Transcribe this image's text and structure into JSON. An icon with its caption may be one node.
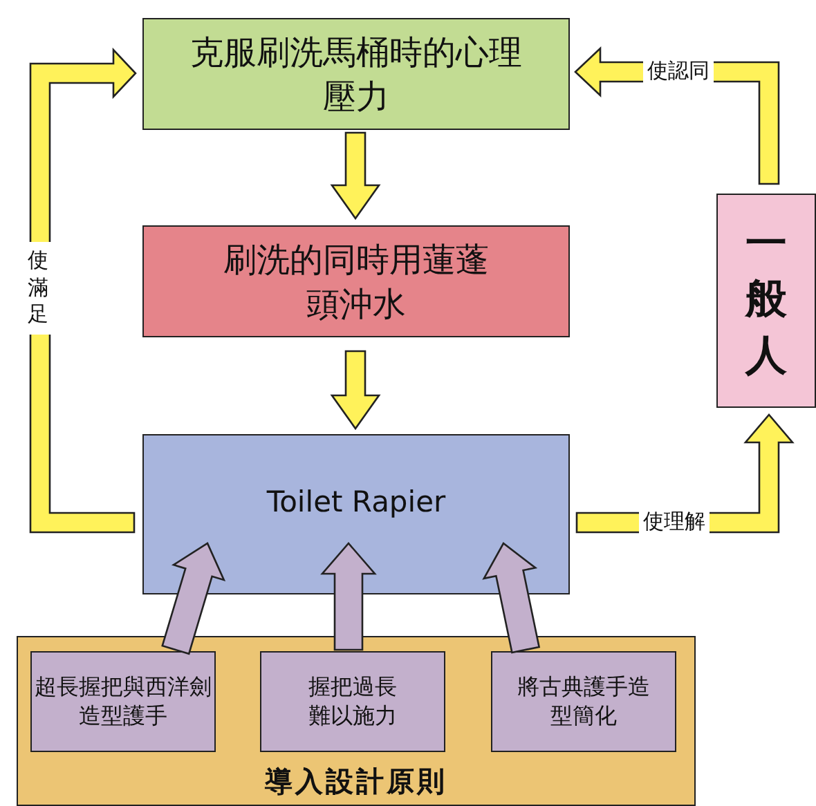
{
  "diagram": {
    "nodes": [
      {
        "text": [
          "克服刷洗馬桶時的心理壓力"
        ]
      },
      {
        "text": [
          "刷洗的同時用蓮蓬頭沖水"
        ]
      },
      {
        "text": [
          "Toilet Rapier"
        ]
      },
      {
        "text": [
          "一般人"
        ]
      },
      {
        "text": [
          "導入設計原則"
        ]
      },
      {
        "text": [
          "超長握把與西洋劍造型護手"
        ],
        "in": 4
      },
      {
        "text": [
          "握把過長難以施力"
        ],
        "in": 4
      },
      {
        "text": [
          "將古典護手造型簡化"
        ],
        "in": 4
      }
    ],
    "edges": [
      {
        "from": 0,
        "to": 1,
        "arrow": "to"
      },
      {
        "from": 1,
        "to": 2,
        "arrow": "to"
      },
      {
        "from": 2,
        "to": 0,
        "arrow": "to",
        "label": "使滿足"
      },
      {
        "from": 2,
        "to": 3,
        "arrow": "to",
        "label": "使理解"
      },
      {
        "from": 3,
        "to": 0,
        "arrow": "to",
        "label": "使認同"
      },
      {
        "from": 5,
        "to": 2,
        "arrow": "to",
        "color": "#c3b0cc"
      },
      {
        "from": 6,
        "to": 2,
        "arrow": "to",
        "color": "#c3b0cc"
      },
      {
        "from": 7,
        "to": 2,
        "arrow": "to",
        "color": "#c3b0cc"
      }
    ]
  }
}
